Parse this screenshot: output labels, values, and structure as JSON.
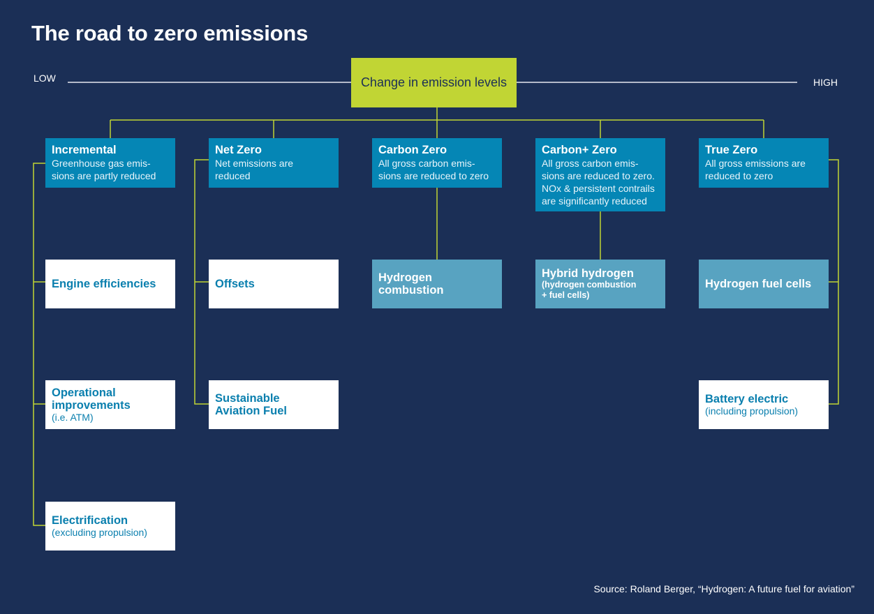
{
  "title": "The road to zero emissions",
  "scale": {
    "low": "LOW",
    "high": "HIGH",
    "header": "Change in emission levels"
  },
  "categories": [
    {
      "title": "Incremental",
      "desc": "Greenhouse gas emis-\nsions are partly reduced"
    },
    {
      "title": "Net Zero",
      "desc": "Net emissions are\nreduced"
    },
    {
      "title": "Carbon Zero",
      "desc": "All gross carbon emis-\nsions are reduced to zero"
    },
    {
      "title": "Carbon+ Zero",
      "desc": "All gross carbon emis-\nsions are reduced to zero.\nNOx & persistent contrails\nare significantly reduced"
    },
    {
      "title": "True Zero",
      "desc": "All gross emissions are\nreduced to zero"
    }
  ],
  "technologies": {
    "incremental": [
      {
        "title": "Engine efficiencies",
        "sub": ""
      },
      {
        "title": "Operational\nimprovements",
        "sub": "(i.e. ATM)"
      },
      {
        "title": "Electrification",
        "sub": "(excluding propulsion)"
      }
    ],
    "net_zero": [
      {
        "title": "Offsets",
        "sub": ""
      },
      {
        "title": "Sustainable\nAviation Fuel",
        "sub": ""
      }
    ],
    "carbon_zero": [
      {
        "title": "Hydrogen\ncombustion",
        "sub": ""
      }
    ],
    "carbon_plus_zero": [
      {
        "title": "Hybrid hydrogen",
        "sub": "(hydrogen combustion\n+ fuel cells)"
      }
    ],
    "true_zero": [
      {
        "title": "Hydrogen fuel cells",
        "sub": ""
      },
      {
        "title": "Battery electric",
        "sub": "(including propulsion)"
      }
    ]
  },
  "source": "Source: Roland Berger, “Hydrogen: A future fuel for aviation”",
  "colors": {
    "background": "#1b2f56",
    "accent_green": "#c1d534",
    "category_blue": "#0586b5",
    "hydrogen_blue": "#58a3c1",
    "text_blue": "#0a7fae",
    "white": "#ffffff"
  }
}
